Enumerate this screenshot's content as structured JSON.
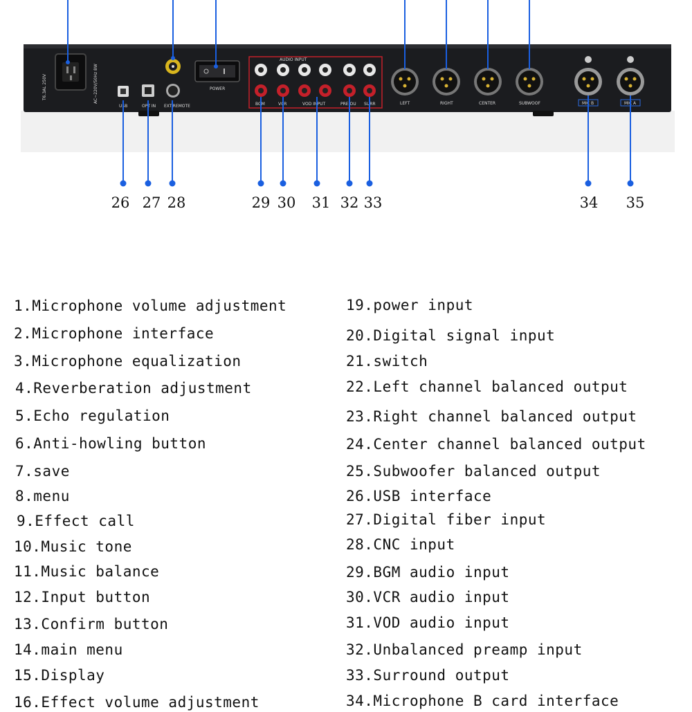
{
  "callouts": [
    {
      "num": "26",
      "port": "USB"
    },
    {
      "num": "27",
      "port": "OPT IN"
    },
    {
      "num": "28",
      "port": "EXT.REMOTE"
    },
    {
      "num": "29",
      "port": "BGM"
    },
    {
      "num": "30",
      "port": "VCR"
    },
    {
      "num": "31",
      "port": "VOD INPUT"
    },
    {
      "num": "32",
      "port": "PRE OU"
    },
    {
      "num": "33",
      "port": "SURR"
    },
    {
      "num": "34",
      "port": "MIC B"
    },
    {
      "num": "35",
      "port": "MIC A"
    }
  ],
  "panel_labels": {
    "power": "POWER",
    "fuse": "T6.3AL 250V",
    "ac": "AC~220V/50Hz 8W",
    "audio_input": "AUDIO INPUT",
    "xlr_left": "LEFT",
    "xlr_right": "RIGHT",
    "xlr_center": "CENTER",
    "xlr_subwoofer": "SUBWOOF"
  },
  "legend_left": [
    "1.Microphone volume adjustment",
    "2.Microphone interface",
    "3.Microphone equalization",
    "4.Reverberation adjustment",
    "5.Echo regulation",
    "6.Anti-howling button",
    "7.save",
    "8.menu",
    "9.Effect call",
    "10.Music tone",
    "11.Music balance",
    "12.Input button",
    "13.Confirm button",
    "14.main menu",
    "15.Display",
    "16.Effect volume adjustment"
  ],
  "legend_right": [
    "19.power input",
    "20.Digital signal input",
    "21.switch",
    "22.Left channel balanced output",
    "23.Right channel balanced output",
    "24.Center channel balanced output",
    "25.Subwoofer balanced output",
    "26.USB interface",
    "27.Digital fiber input",
    "28.CNC input",
    "29.BGM audio input",
    "30.VCR audio input",
    "31.VOD audio input",
    "32.Unbalanced preamp input",
    "33.Surround output",
    "34.Microphone B card interface"
  ],
  "colors": {
    "leader": "#1a5fe0",
    "panel": "#1b1c1f",
    "rca_white": "#e8e8e8",
    "rca_red": "#c4202a",
    "gold": "#d8b233"
  }
}
